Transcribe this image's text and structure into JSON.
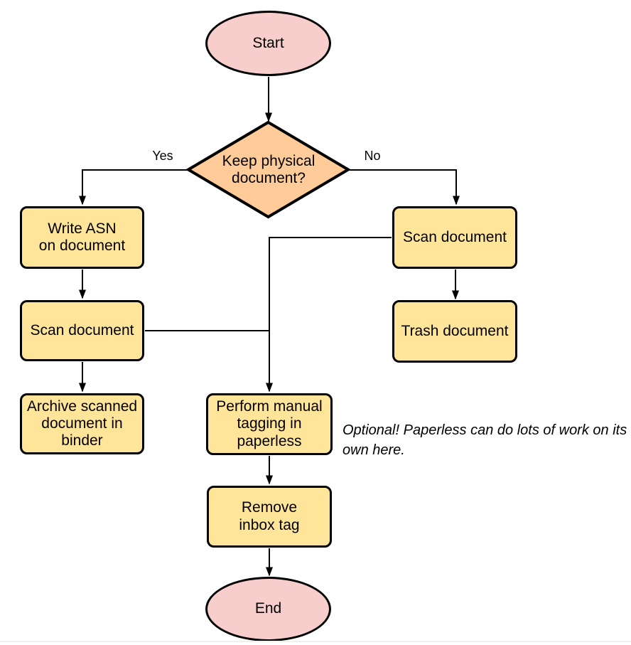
{
  "diagram": {
    "description": "Paperless document intake flowchart",
    "colors": {
      "terminal_fill": "#f8cecc",
      "decision_fill": "#ffcc99",
      "process_fill": "#ffe599",
      "stroke": "#000000",
      "background": "#ffffff"
    },
    "nodes": {
      "start": {
        "lines": [
          "Start"
        ]
      },
      "decision": {
        "lines": [
          "Keep physical",
          "document?"
        ]
      },
      "write_asn": {
        "lines": [
          "Write ASN",
          "on document"
        ]
      },
      "scan_left": {
        "lines": [
          "Scan document"
        ]
      },
      "archive": {
        "lines": [
          "Archive scanned",
          "document in",
          "binder"
        ]
      },
      "scan_right": {
        "lines": [
          "Scan document"
        ]
      },
      "trash": {
        "lines": [
          "Trash document"
        ]
      },
      "tagging": {
        "lines": [
          "Perform manual",
          "tagging in",
          "paperless"
        ]
      },
      "remove_inbox": {
        "lines": [
          "Remove",
          "inbox tag"
        ]
      },
      "end": {
        "lines": [
          "End"
        ]
      }
    },
    "edge_labels": {
      "yes": "Yes",
      "no": "No"
    },
    "annotation": "Optional! Paperless can do lots of work on its own here."
  }
}
